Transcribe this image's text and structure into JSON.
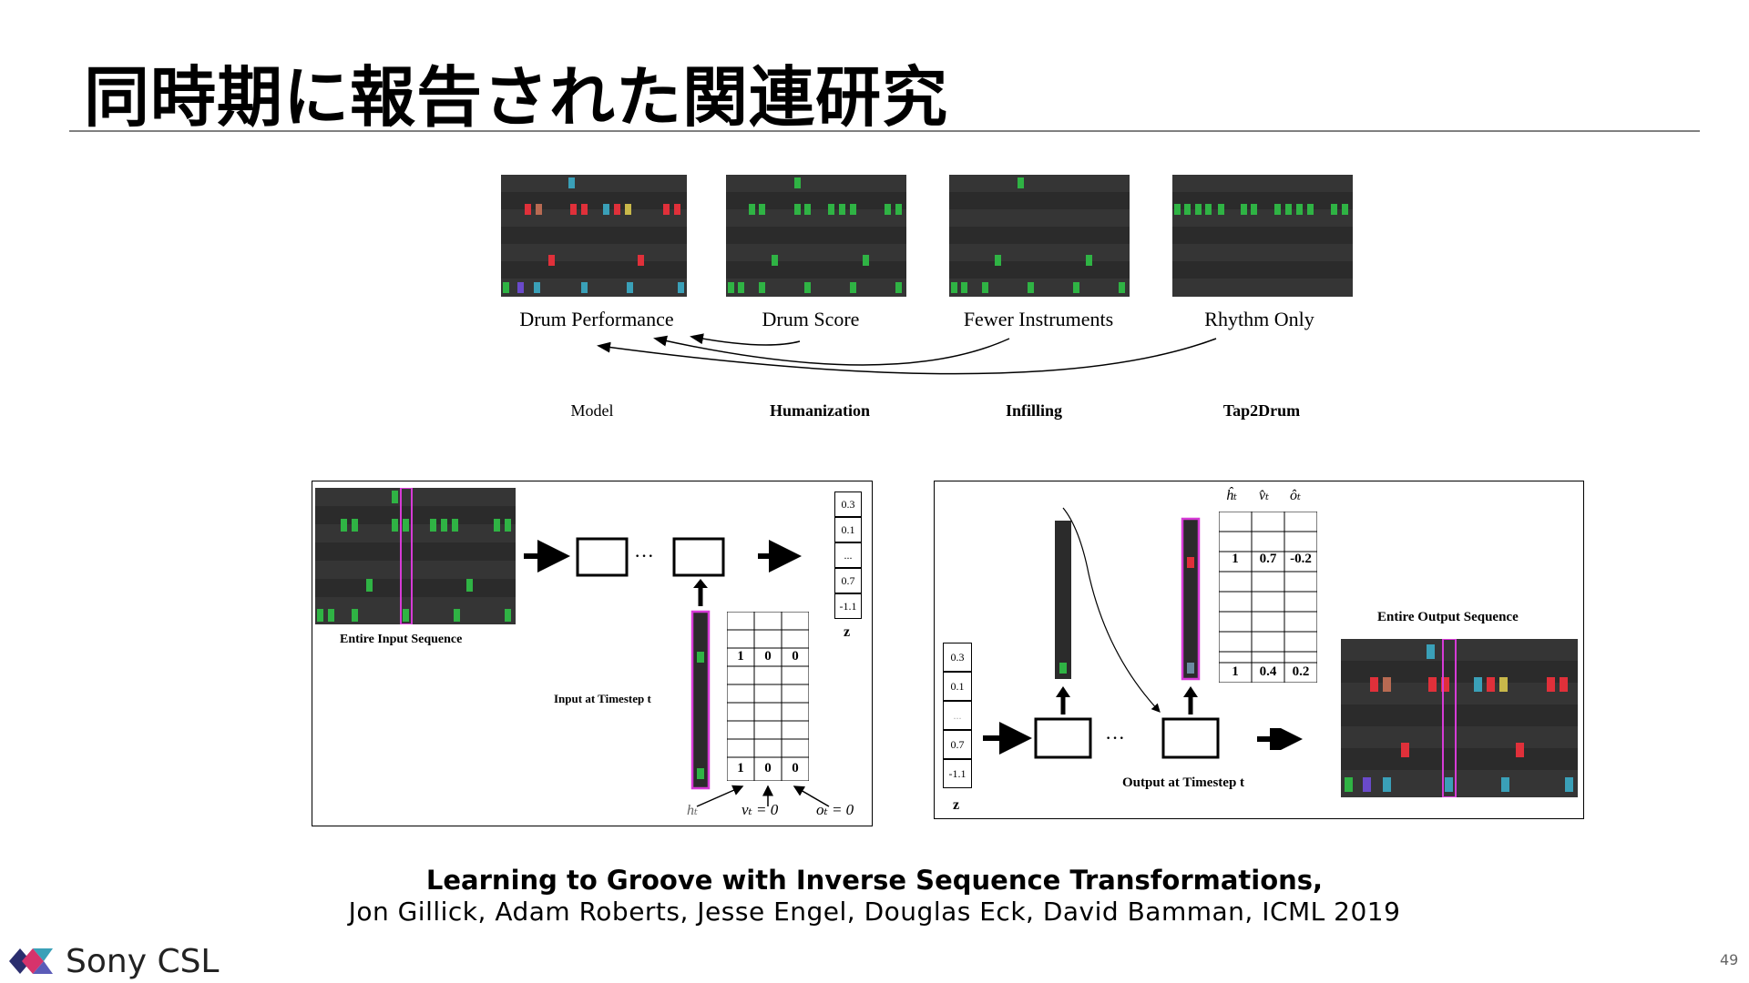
{
  "slide": {
    "title": "同時期に報告された関連研究",
    "page_number": "49"
  },
  "top_figure": {
    "panels": [
      {
        "label": "Drum Performance"
      },
      {
        "label": "Drum Score"
      },
      {
        "label": "Fewer Instruments"
      },
      {
        "label": "Rhythm Only"
      }
    ],
    "tasks": [
      "Model",
      "Humanization",
      "Infilling",
      "Tap2Drum"
    ]
  },
  "left_diagram": {
    "sequence_label": "Entire Input Sequence",
    "timestep_label": "Input at Timestep t",
    "z_values": [
      "0.3",
      "0.1",
      "...",
      "0.7",
      "-1.1"
    ],
    "z_label": "z",
    "table_first_row": [
      "1",
      "0",
      "0"
    ],
    "table_last_row": [
      "1",
      "0",
      "0"
    ],
    "h_label": "hₜ",
    "v_label": "vₜ = 0",
    "o_label": "oₜ = 0"
  },
  "right_diagram": {
    "header_labels": [
      "ĥₜ",
      "v̂ₜ",
      "ôₜ"
    ],
    "table_first_row": [
      "1",
      "0.7",
      "-0.2"
    ],
    "table_last_row": [
      "1",
      "0.4",
      "0.2"
    ],
    "z_values": [
      "0.3",
      "0.1",
      "...",
      "0.7",
      "-1.1"
    ],
    "z_label": "z",
    "sequence_label": "Entire Output Sequence",
    "timestep_label": "Output at Timestep t"
  },
  "citation": {
    "title": "Learning to Groove with Inverse Sequence Transformations,",
    "authors": "Jon Gillick, Adam Roberts, Jesse Engel, Douglas Eck, David Bamman, ICML 2019"
  },
  "logo": {
    "text": "Sony CSL"
  },
  "colors": {
    "roll_bg": "#2b2b2b",
    "green": "#2fb344",
    "red": "#e0303a",
    "teal": "#3aa0b8",
    "highlight": "#d63bd6",
    "rule": "#808080"
  }
}
